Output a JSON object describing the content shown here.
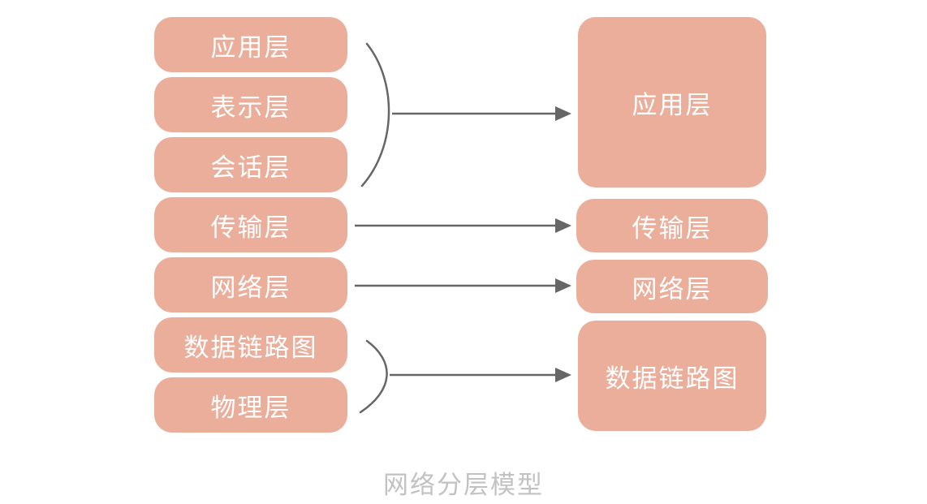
{
  "colors": {
    "box_fill": "#eaae9b",
    "box_text": "#ffffff",
    "arrow": "#666666",
    "caption": "#c2c2c2"
  },
  "osi_layers": [
    {
      "label": "应用层"
    },
    {
      "label": "表示层"
    },
    {
      "label": "会话层"
    },
    {
      "label": "传输层"
    },
    {
      "label": "网络层"
    },
    {
      "label": "数据链路图"
    },
    {
      "label": "物理层"
    }
  ],
  "tcpip_layers": [
    {
      "label": "应用层"
    },
    {
      "label": "传输层"
    },
    {
      "label": "网络层"
    },
    {
      "label": "数据链路图"
    }
  ],
  "caption": "网络分层模型"
}
